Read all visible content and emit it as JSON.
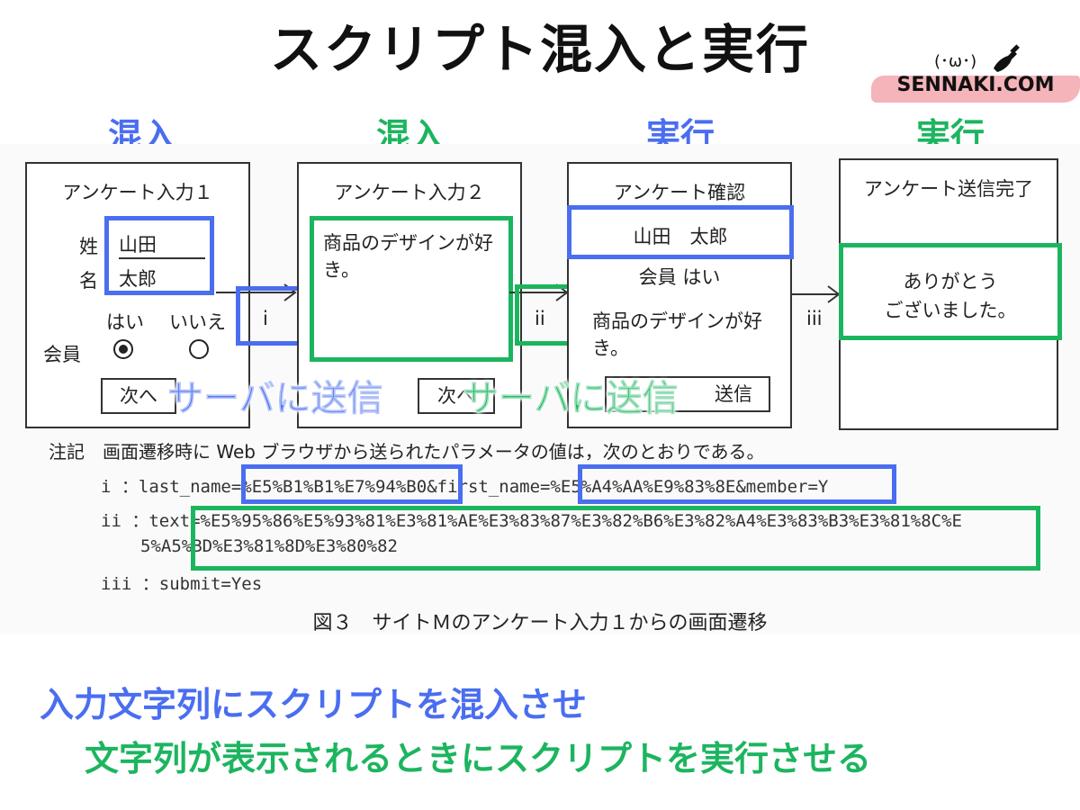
{
  "title": "スクリプト混入と実行",
  "logo": {
    "text": "SENNAKI.COM",
    "face": "(･ω･)"
  },
  "columns": [
    {
      "label": "混入",
      "color": "blue"
    },
    {
      "label": "混入",
      "color": "green"
    },
    {
      "label": "実行",
      "color": "blue"
    },
    {
      "label": "実行",
      "color": "green"
    }
  ],
  "screen1": {
    "title": "アンケート入力１",
    "surname_label": "姓",
    "surname_value": "山田",
    "given_label": "名",
    "given_value": "太郎",
    "yes_label": "はい",
    "no_label": "いいえ",
    "member_label": "会員",
    "next_button": "次へ"
  },
  "screen2": {
    "title": "アンケート入力２",
    "textarea_value": "商品のデザインが好き。",
    "next_button": "次へ"
  },
  "screen3": {
    "title": "アンケート確認",
    "name_value": "山田　太郎",
    "member_value": "会員 はい",
    "text_value": "商品のデザインが好き。",
    "send_button": "送信"
  },
  "screen4": {
    "title": "アンケート送信完了",
    "message_line1": "ありがとう",
    "message_line2": "ございました。"
  },
  "arrows": [
    "i",
    "ii",
    "iii"
  ],
  "send_labels": [
    "サーバに送信",
    "サーバに送信"
  ],
  "note": {
    "heading": "注記　画面遷移時に Web ブラウザから送られたパラメータの値は，次のとおりである。",
    "line_i_prefix": "i ：last_name=",
    "line_i_lastname": "%E5%B1%B1%E7%94%B0",
    "line_i_mid": "&first_name=",
    "line_i_firstname": "%E5%A4%AA%E9%83%8E&member=Y",
    "line_ii_prefix": "ii ：text=",
    "line_ii_value1": "%E5%95%86%E5%93%81%E3%81%AE%E3%83%87%E3%82%B6%E3%82%A4%E3%83%B3%E3%81%8C%E",
    "line_ii_value2": "5%A5%BD%E3%81%8D%E3%80%82",
    "line_iii": "iii ：submit=Yes"
  },
  "figure_caption": "図３　サイトＭのアンケート入力１からの画面遷移",
  "bottom_line1": "入力文字列にスクリプトを混入させ",
  "bottom_line2": "文字列が表示されるときにスクリプトを実行させる",
  "colors": {
    "blue": "#4a6ef0",
    "green": "#1cb55f"
  }
}
